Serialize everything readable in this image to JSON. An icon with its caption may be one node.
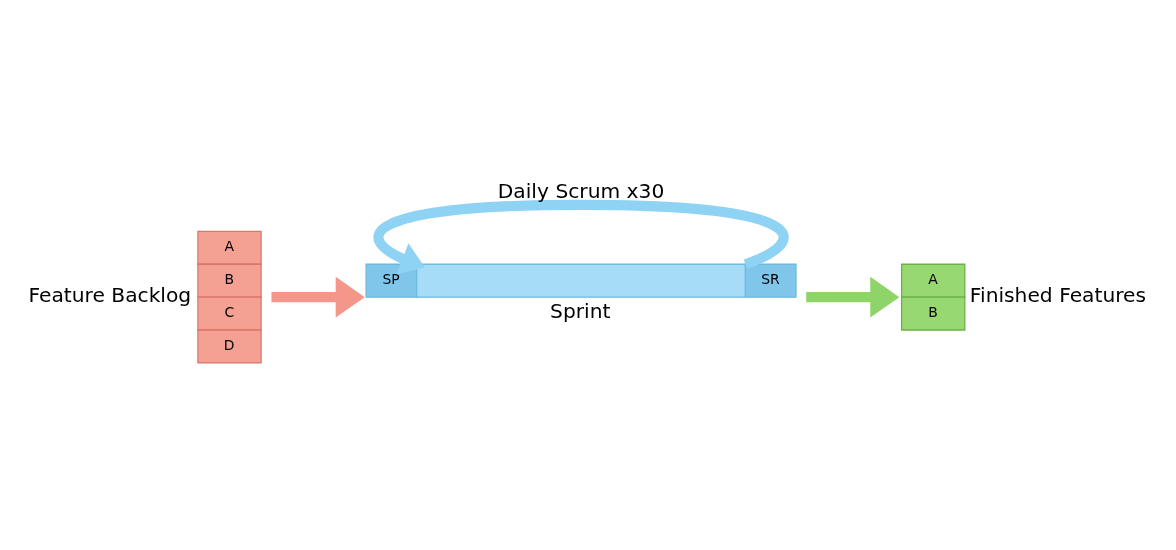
{
  "diagram": {
    "nodes": [
      {
        "text": [
          "Feature Backlog"
        ]
      },
      {
        "text": [
          "Sprint"
        ]
      },
      {
        "text": [
          "Finished Features"
        ]
      }
    ],
    "edges": [
      {
        "from": 0,
        "to": 1,
        "arrow": "to",
        "color": "#f4978a"
      },
      {
        "from": 1,
        "to": 1,
        "arrow": "to",
        "label": "Daily Scrum x30",
        "color": "#8fd3f4"
      },
      {
        "from": 1,
        "to": 2,
        "arrow": "to",
        "color": "#8fd468"
      }
    ],
    "labels": [
      "A",
      "B",
      "C",
      "D",
      "SP",
      "SR",
      "A",
      "B"
    ]
  }
}
